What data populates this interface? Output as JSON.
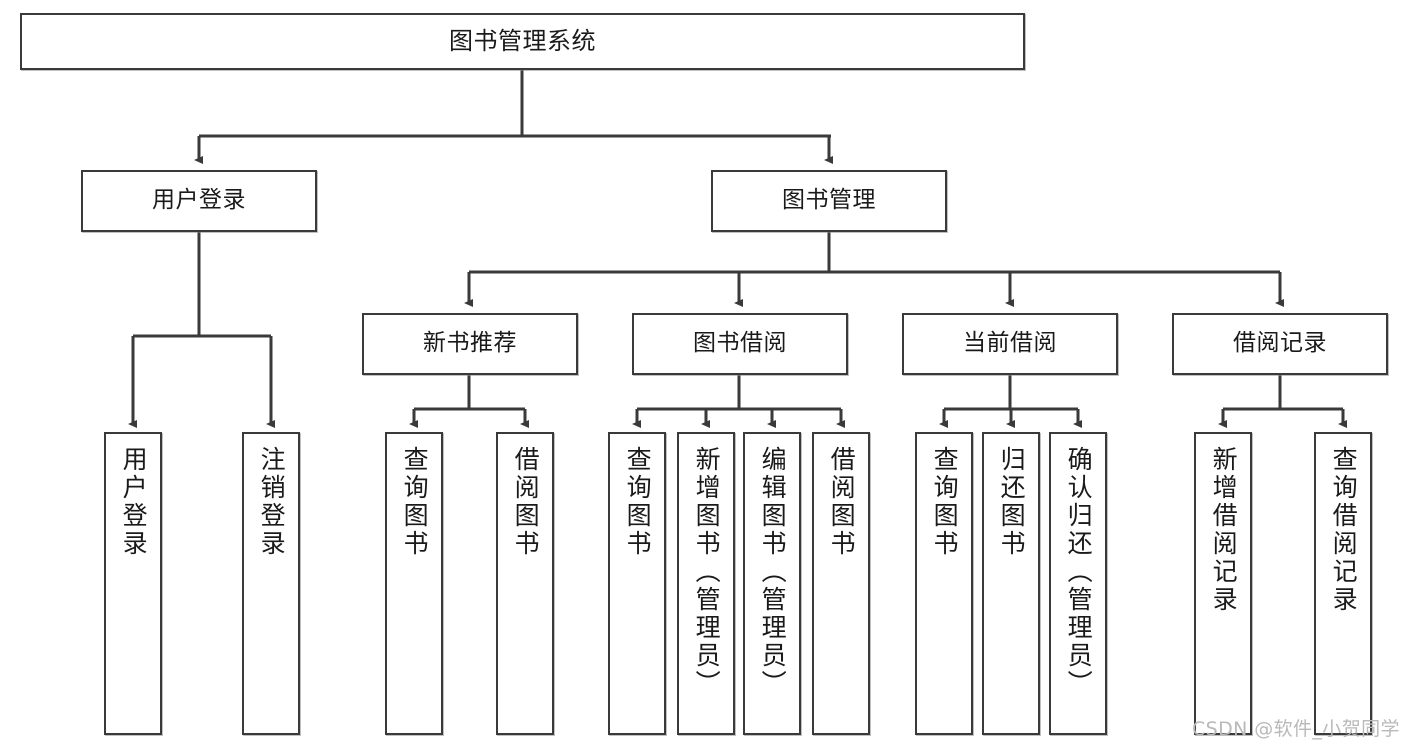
{
  "diagram": {
    "type": "hierarchy-tree",
    "title": "图书管理系统",
    "root": {
      "label": "图书管理系统"
    },
    "level2": [
      {
        "label": "用户登录"
      },
      {
        "label": "图书管理"
      }
    ],
    "level3": [
      {
        "label": "新书推荐"
      },
      {
        "label": "图书借阅"
      },
      {
        "label": "当前借阅"
      },
      {
        "label": "借阅记录"
      }
    ],
    "leaves": {
      "user_login": [
        {
          "label": "用户登录"
        },
        {
          "label": "注销登录"
        }
      ],
      "new_book_recommend": [
        {
          "label": "查询图书"
        },
        {
          "label": "借阅图书"
        }
      ],
      "book_borrow": [
        {
          "label": "查询图书"
        },
        {
          "label": "新增图书（管理员）"
        },
        {
          "label": "编辑图书（管理员）"
        },
        {
          "label": "借阅图书"
        }
      ],
      "current_borrow": [
        {
          "label": "查询图书"
        },
        {
          "label": "归还图书"
        },
        {
          "label": "确认归还（管理员）"
        }
      ],
      "borrow_record": [
        {
          "label": "新增借阅记录"
        },
        {
          "label": "查询借阅记录"
        }
      ]
    }
  },
  "watermark": {
    "text": "CSDN @软件_小贺同学"
  },
  "colors": {
    "border": "#3a3a3a",
    "background": "#ffffff",
    "text": "#1a1a1a",
    "watermark": "#b9b9b9"
  }
}
